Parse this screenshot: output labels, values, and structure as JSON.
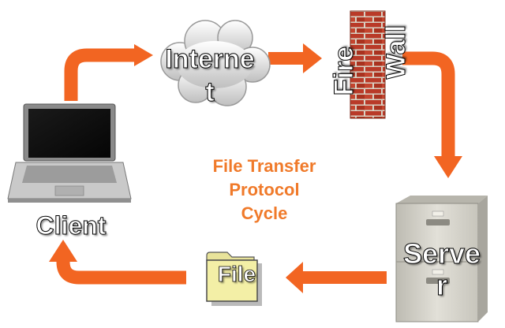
{
  "nodes": {
    "client": "Client",
    "internet": [
      "Interne",
      "t"
    ],
    "firewall": [
      "Fire",
      "Wall"
    ],
    "server": [
      "Serve",
      "r"
    ],
    "file": "File"
  },
  "center_title": [
    "File Transfer",
    "Protocol",
    "Cycle"
  ],
  "colors": {
    "arrow": "#f26522",
    "title": "#f07a2a",
    "brick": "#c0392b",
    "cabinet": "#d8d6cc",
    "folder": "#f3efa6"
  }
}
